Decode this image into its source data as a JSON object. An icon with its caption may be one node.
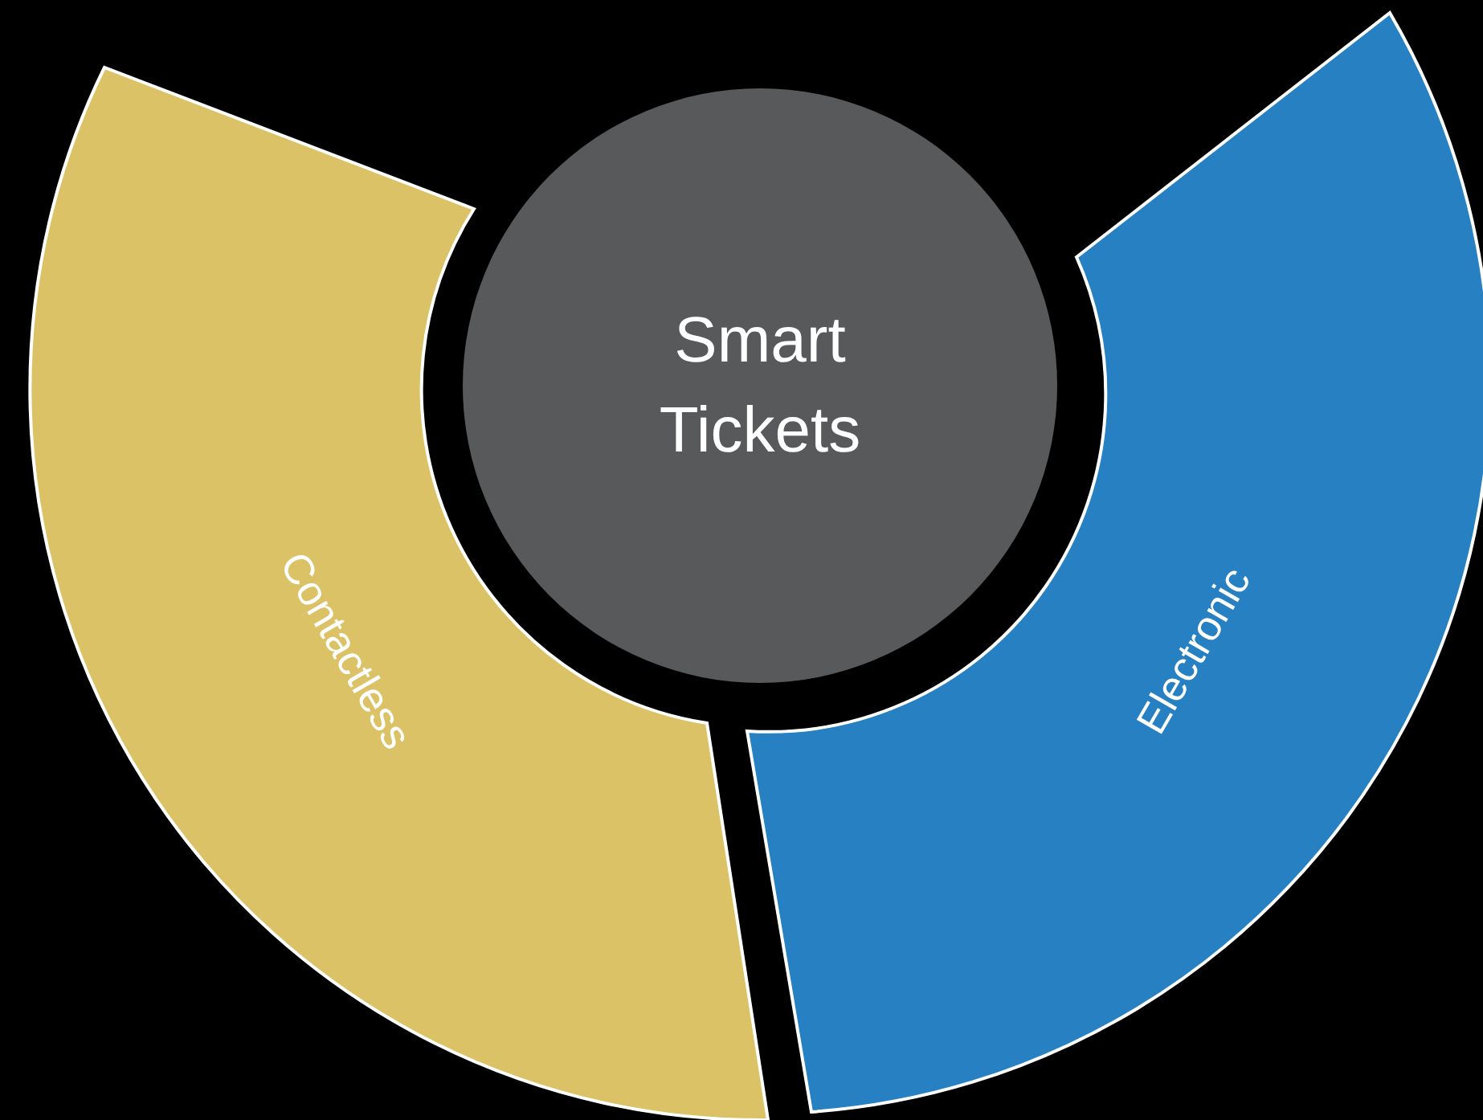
{
  "diagram": {
    "nodes": [
      {
        "text": [
          "Smart Tickets"
        ]
      },
      {
        "text": [
          "Contactless"
        ]
      },
      {
        "text": [
          "Electronic"
        ]
      }
    ]
  }
}
